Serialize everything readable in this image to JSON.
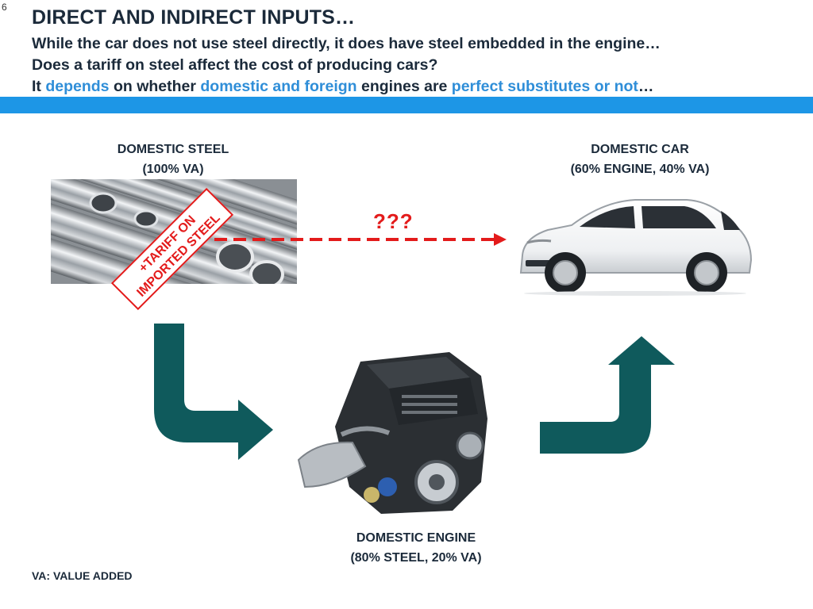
{
  "slide_number": "6",
  "header": {
    "title": "DIRECT AND INDIRECT INPUTS…",
    "line1": "While the car does not use steel directly, it does have steel embedded in the engine…",
    "line2": "Does a tariff on steel affect the cost of producing cars?",
    "line3": {
      "p1": "It ",
      "h1": "depends",
      "p2": " on whether ",
      "h2": "domestic and foreign",
      "p3": " engines are ",
      "h3": "perfect substitutes or not",
      "p4": "…"
    }
  },
  "steel": {
    "line1": "DOMESTIC STEEL",
    "line2": "(100% VA)"
  },
  "car": {
    "line1": "DOMESTIC CAR",
    "line2": "(60% ENGINE, 40% VA)"
  },
  "engine": {
    "line1": "DOMESTIC ENGINE",
    "line2": "(80% STEEL, 20% VA)"
  },
  "stamp": {
    "line1": "+TARIFF ON",
    "line2": "IMPORTED STEEL"
  },
  "question": "???",
  "footnote": "VA: VALUE ADDED",
  "colors": {
    "accent_blue": "#1d96e6",
    "highlight_blue": "#2f8ed8",
    "arrow_teal": "#0f5a5c",
    "tariff_red": "#e31b1b"
  }
}
